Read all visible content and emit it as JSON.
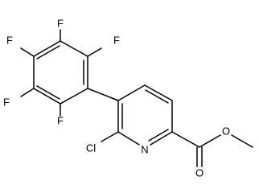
{
  "labels": {
    "f_top": "F",
    "f_upper_left": "F",
    "f_lower_left": "F",
    "f_lower": "F",
    "f_right": "F",
    "cl": "Cl",
    "n": "N",
    "o_carbonyl": "O",
    "o_ester": "O"
  }
}
